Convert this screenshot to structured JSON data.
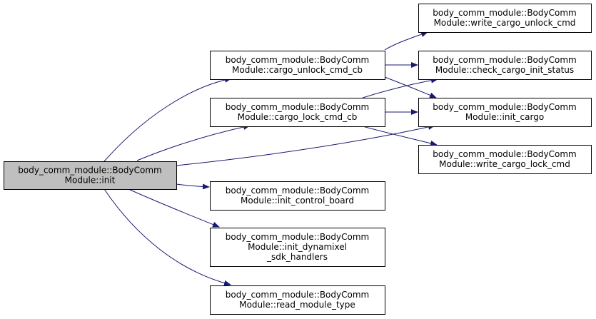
{
  "colors": {
    "edge": "#191970",
    "node_border": "#000000",
    "node_fill": "#ffffff",
    "root_fill": "#bfbfbf"
  },
  "nodes": [
    {
      "id": "init",
      "root": true,
      "lines": [
        "body_comm_module::BodyComm",
        "Module::init"
      ]
    },
    {
      "id": "cargo_unlock_cmd_cb",
      "lines": [
        "body_comm_module::BodyComm",
        "Module::cargo_unlock_cmd_cb"
      ]
    },
    {
      "id": "cargo_lock_cmd_cb",
      "lines": [
        "body_comm_module::BodyComm",
        "Module::cargo_lock_cmd_cb"
      ]
    },
    {
      "id": "init_control_board",
      "lines": [
        "body_comm_module::BodyComm",
        "Module::init_control_board"
      ]
    },
    {
      "id": "init_dynamixel_sdk_handlers",
      "lines": [
        "body_comm_module::BodyComm",
        "Module::init_dynamixel",
        "_sdk_handlers"
      ]
    },
    {
      "id": "read_module_type",
      "lines": [
        "body_comm_module::BodyComm",
        "Module::read_module_type"
      ]
    },
    {
      "id": "write_cargo_unlock_cmd",
      "lines": [
        "body_comm_module::BodyComm",
        "Module::write_cargo_unlock_cmd"
      ]
    },
    {
      "id": "check_cargo_init_status",
      "lines": [
        "body_comm_module::BodyComm",
        "Module::check_cargo_init_status"
      ]
    },
    {
      "id": "init_cargo",
      "lines": [
        "body_comm_module::BodyComm",
        "Module::init_cargo"
      ]
    },
    {
      "id": "write_cargo_lock_cmd",
      "lines": [
        "body_comm_module::BodyComm",
        "Module::write_cargo_lock_cmd"
      ]
    }
  ],
  "edges": [
    {
      "from": "init",
      "to": "cargo_unlock_cmd_cb"
    },
    {
      "from": "init",
      "to": "cargo_lock_cmd_cb"
    },
    {
      "from": "init",
      "to": "init_cargo"
    },
    {
      "from": "init",
      "to": "init_control_board"
    },
    {
      "from": "init",
      "to": "init_dynamixel_sdk_handlers"
    },
    {
      "from": "init",
      "to": "read_module_type"
    },
    {
      "from": "cargo_unlock_cmd_cb",
      "to": "write_cargo_unlock_cmd"
    },
    {
      "from": "cargo_unlock_cmd_cb",
      "to": "check_cargo_init_status"
    },
    {
      "from": "cargo_unlock_cmd_cb",
      "to": "init_cargo"
    },
    {
      "from": "cargo_lock_cmd_cb",
      "to": "check_cargo_init_status"
    },
    {
      "from": "cargo_lock_cmd_cb",
      "to": "init_cargo"
    },
    {
      "from": "cargo_lock_cmd_cb",
      "to": "write_cargo_lock_cmd"
    }
  ]
}
